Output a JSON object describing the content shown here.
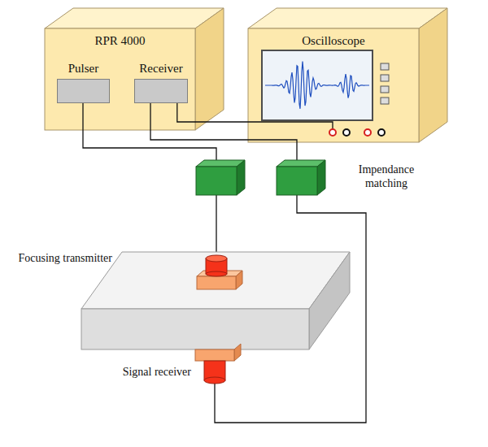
{
  "diagram": {
    "nodes": [
      {
        "text": [
          "RPR 4000"
        ]
      },
      {
        "text": [
          "Pulser"
        ],
        "in": 0
      },
      {
        "text": [
          "Receiver"
        ],
        "in": 0
      },
      {
        "text": [
          "Oscilloscope"
        ]
      }
    ],
    "edges": [
      {
        "from": 2,
        "to": 3,
        "arrow": "none"
      }
    ],
    "labels": [
      "Impendance matching",
      "Focusing transmitter",
      "Signal receiver"
    ]
  }
}
